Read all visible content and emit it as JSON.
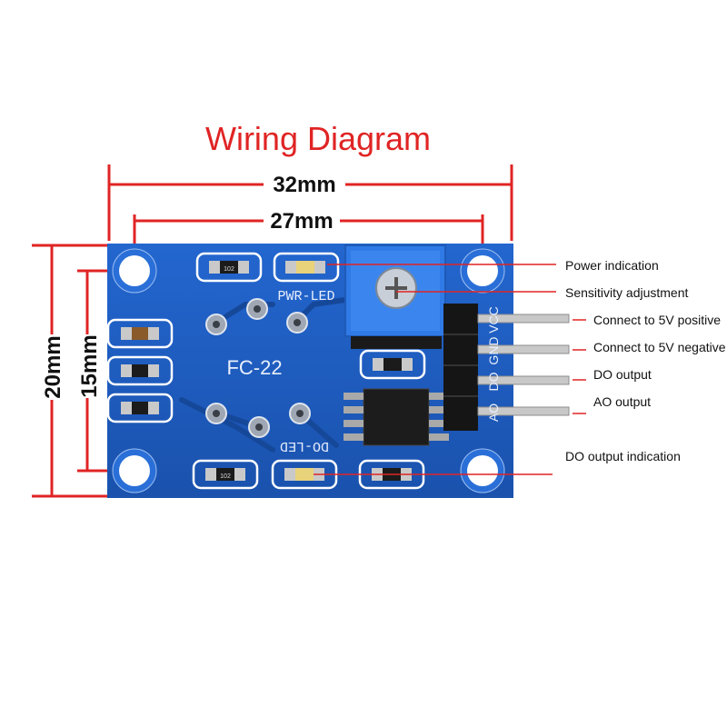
{
  "title": "Wiring Diagram",
  "dimensions": {
    "outer_width": "32mm",
    "inner_width": "27mm",
    "outer_height": "20mm",
    "inner_height": "15mm"
  },
  "board": {
    "model": "FC-22",
    "pwr_led_label": "PWR-LED",
    "do_led_label": "DO-LED",
    "resistor_label_top": "102",
    "resistor_label_bottom": "102",
    "pin_labels": [
      "VCC",
      "GND",
      "DO",
      "AO"
    ],
    "board_color": "#1f5fc4",
    "pot_color": "#3b7fe0"
  },
  "callouts": [
    "Power indication",
    "Sensitivity adjustment",
    "Connect to 5V positive",
    "Connect to 5V negative",
    "DO output",
    "AO output",
    "DO output indication"
  ],
  "colors": {
    "dimension_line": "#e02424",
    "leader_line": "#e02424"
  }
}
